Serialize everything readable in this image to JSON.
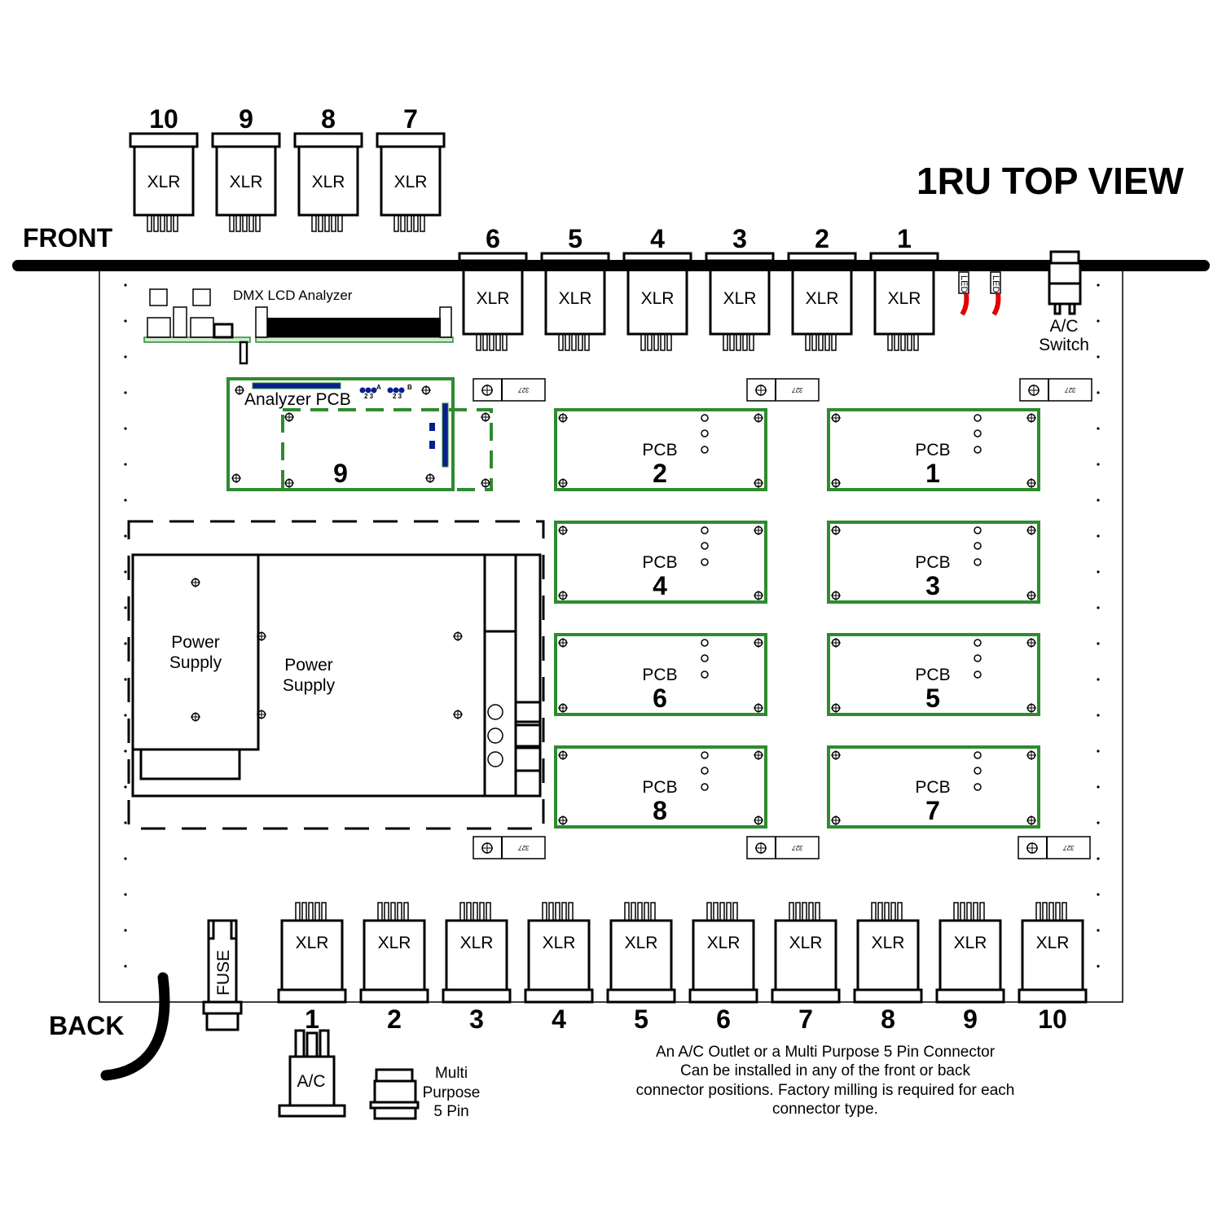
{
  "title": "1RU TOP VIEW",
  "front_label": "FRONT",
  "back_label": "BACK",
  "xlr_label": "XLR",
  "front_connectors_outer": [
    "10",
    "9",
    "8",
    "7"
  ],
  "front_connectors_panel": [
    "6",
    "5",
    "4",
    "3",
    "2",
    "1"
  ],
  "back_connectors": [
    "1",
    "2",
    "3",
    "4",
    "5",
    "6",
    "7",
    "8",
    "9",
    "10"
  ],
  "led_label": "LED",
  "ac_switch": {
    "line1": "A/C",
    "line2": "Switch"
  },
  "dmx_lcd_label": "DMX LCD Analyzer",
  "analyzer_pcb": {
    "label": "Analyzer PCB",
    "slot": "9",
    "jumper_a": "A",
    "jumper_b": "B",
    "jumper_pins": "2 3"
  },
  "pcb_label": "PCB",
  "pcbs": [
    "2",
    "1",
    "4",
    "3",
    "6",
    "5",
    "8",
    "7"
  ],
  "standoff_label": "327",
  "power_supply": {
    "small": [
      "Power",
      "Supply"
    ],
    "large": [
      "Power",
      "Supply"
    ]
  },
  "fuse_label": "FUSE",
  "ac_outlet_label": "A/C",
  "multi_purpose": [
    "Multi",
    "Purpose",
    "5 Pin"
  ],
  "note": [
    "An A/C Outlet or a Multi Purpose 5 Pin Connector",
    "Can be installed in any of the front or back",
    "connector positions. Factory milling is required for each",
    "connector type."
  ],
  "colors": {
    "pcb": "#2e8b2e",
    "led_wire": "#e00000",
    "header": "#0a1f8f"
  }
}
